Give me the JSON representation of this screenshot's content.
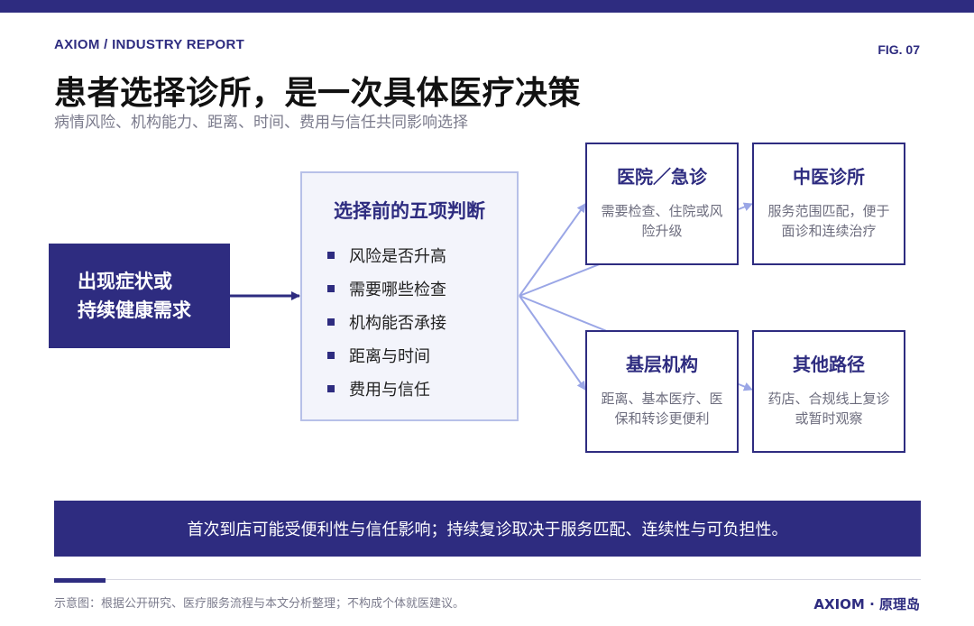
{
  "header": {
    "brand": "AXIOM / INDUSTRY REPORT",
    "figure_label": "FIG. 07",
    "title": "患者选择诊所，是一次具体医疗决策",
    "subtitle": "病情风险、机构能力、距离、时间、费用与信任共同影响选择"
  },
  "diagram": {
    "start": {
      "line1": "出现症状或",
      "line2": "持续健康需求"
    },
    "judgement": {
      "title": "选择前的五项判断",
      "items": [
        "风险是否升高",
        "需要哪些检查",
        "机构能否承接",
        "距离与时间",
        "费用与信任"
      ]
    },
    "paths": [
      {
        "title": "医院／急诊",
        "desc": "需要检查、住院或风险升级"
      },
      {
        "title": "中医诊所",
        "desc": "服务范围匹配，便于面诊和连续治疗"
      },
      {
        "title": "基层机构",
        "desc": "距离、基本医疗、医保和转诊更便利"
      },
      {
        "title": "其他路径",
        "desc": "药店、合规线上复诊或暂时观察"
      }
    ]
  },
  "summary": "首次到店可能受便利性与信任影响；持续复诊取决于服务匹配、连续性与可负担性。",
  "footer": {
    "note": "示意图：根据公开研究、医疗服务流程与本文分析整理；不构成个体就医建议。",
    "brand": "AXIOM · 原理岛"
  },
  "colors": {
    "primary": "#2e2c80",
    "connector": "#9aa6e6",
    "panel_fill": "#f3f4fb",
    "panel_border": "#b7c0e8"
  },
  "icons": [
    "bullet-square-icon",
    "arrow-head-icon"
  ]
}
